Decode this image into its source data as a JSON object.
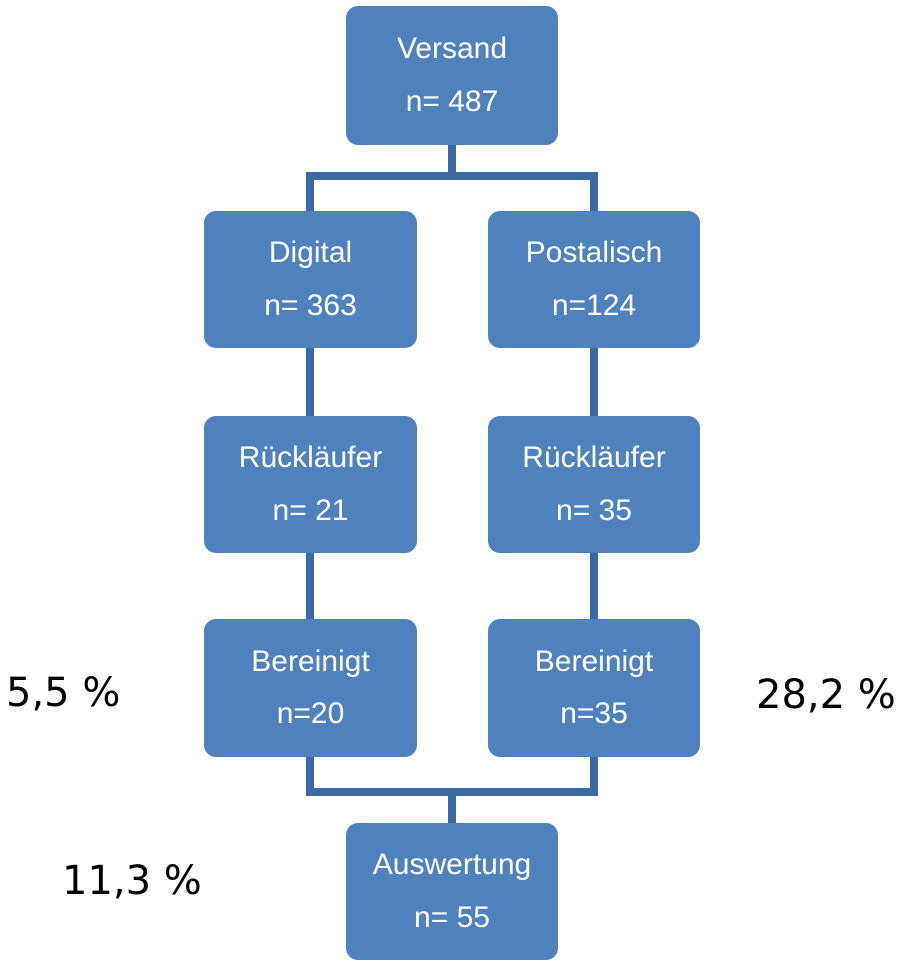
{
  "flowchart": {
    "versand": {
      "label": "Versand",
      "count": "n= 487"
    },
    "digital": {
      "label": "Digital",
      "count": "n= 363"
    },
    "postalisch": {
      "label": "Postalisch",
      "count": "n=124"
    },
    "ruecklaeufer_digital": {
      "label": "Rückläufer",
      "count": "n= 21"
    },
    "ruecklaeufer_postalisch": {
      "label": "Rückläufer",
      "count": "n= 35"
    },
    "bereinigt_digital": {
      "label": "Bereinigt",
      "count": "n=20"
    },
    "bereinigt_postalisch": {
      "label": "Bereinigt",
      "count": "n=35"
    },
    "auswertung": {
      "label": "Auswertung",
      "count": "n= 55"
    }
  },
  "percentages": {
    "digital_rate": "5,5 %",
    "postal_rate": "28,2 %",
    "total_rate": "11,3 %"
  },
  "colors": {
    "box_fill": "#4f81bd",
    "connector": "#3b6aa0",
    "box_text": "#ffffff",
    "percent_text": "#000000"
  }
}
